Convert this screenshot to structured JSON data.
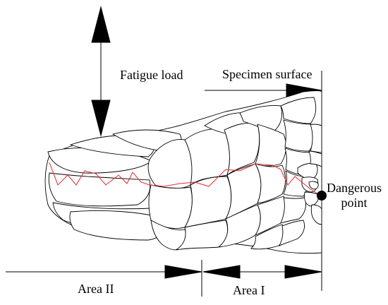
{
  "labels": {
    "fatigue_load": "Fatigue load",
    "specimen_surface": "Specimen surface",
    "dangerous_point_line1": "Dangerous",
    "dangerous_point_line2": "point",
    "area_two": "Area II",
    "area_one": "Area I"
  },
  "colors": {
    "line": "#000000",
    "crack": "#e8282a",
    "background": "#ffffff"
  }
}
